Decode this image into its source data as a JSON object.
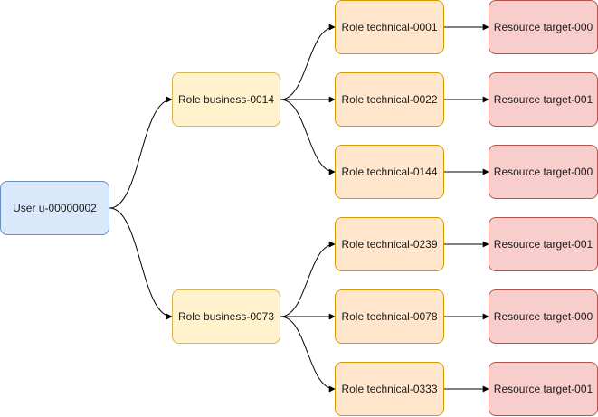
{
  "diagram": {
    "user": {
      "label": "User u-00000002"
    },
    "business": [
      {
        "label": "Role business-0014"
      },
      {
        "label": "Role business-0073"
      }
    ],
    "technical": [
      {
        "label": "Role technical-0001"
      },
      {
        "label": "Role technical-0022"
      },
      {
        "label": "Role technical-0144"
      },
      {
        "label": "Role technical-0239"
      },
      {
        "label": "Role technical-0078"
      },
      {
        "label": "Role technical-0333"
      }
    ],
    "resources": [
      {
        "label": "Resource target-000"
      },
      {
        "label": "Resource target-001"
      },
      {
        "label": "Resource target-000"
      },
      {
        "label": "Resource target-001"
      },
      {
        "label": "Resource target-000"
      },
      {
        "label": "Resource target-001"
      }
    ],
    "edges": [
      [
        "user",
        "business-0"
      ],
      [
        "user",
        "business-1"
      ],
      [
        "business-0",
        "technical-0"
      ],
      [
        "business-0",
        "technical-1"
      ],
      [
        "business-0",
        "technical-2"
      ],
      [
        "business-1",
        "technical-3"
      ],
      [
        "business-1",
        "technical-4"
      ],
      [
        "business-1",
        "technical-5"
      ],
      [
        "technical-0",
        "resource-0"
      ],
      [
        "technical-1",
        "resource-1"
      ],
      [
        "technical-2",
        "resource-2"
      ],
      [
        "technical-3",
        "resource-3"
      ],
      [
        "technical-4",
        "resource-4"
      ],
      [
        "technical-5",
        "resource-5"
      ]
    ]
  }
}
